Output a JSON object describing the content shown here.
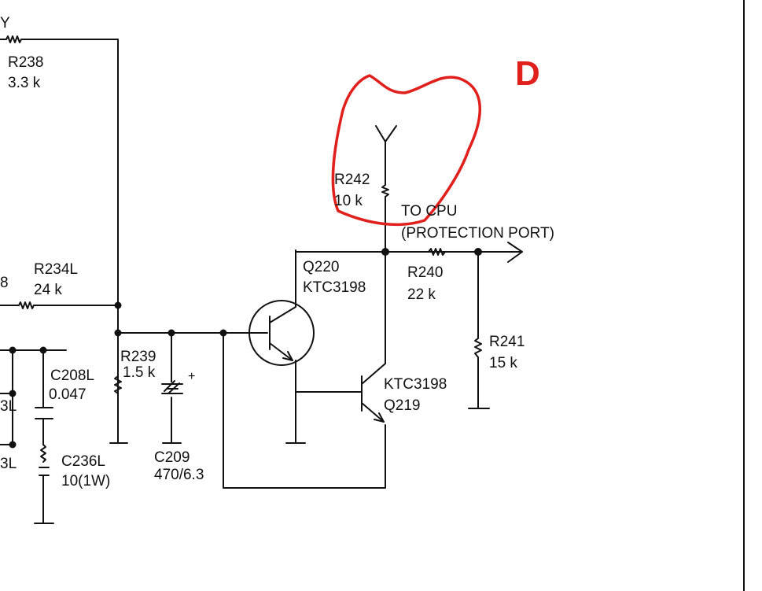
{
  "colors": {
    "ink": "#111111",
    "annotation": "#e0201c",
    "background": "#ffffff"
  },
  "annotation": {
    "label": "D"
  },
  "labels": {
    "y_top": "Y",
    "r238_name": "R238",
    "r238_value": "3.3 k",
    "r234l_name": "R234L",
    "r234l_value": "24 k",
    "left_8": "8",
    "c208l_name": "C208L",
    "c208l_value": "0.047",
    "l_upper": "3L",
    "l_lower": "3L",
    "c236l_name": "C236L",
    "c236l_value": "10(1W)",
    "r239_name": "R239",
    "r239_value": "1.5 k",
    "c209_name": "C209",
    "c209_value": "470/6.3",
    "c209_polarity": "+",
    "q220_name": "Q220",
    "q220_part": "KTC3198",
    "q219_part": "KTC3198",
    "q219_name": "Q219",
    "r242_name": "R242",
    "r242_value": "10 k",
    "to_cpu_1": "TO CPU",
    "to_cpu_2": "(PROTECTION PORT)",
    "r240_name": "R240",
    "r240_value": "22 k",
    "r241_name": "R241",
    "r241_value": "15 k"
  }
}
